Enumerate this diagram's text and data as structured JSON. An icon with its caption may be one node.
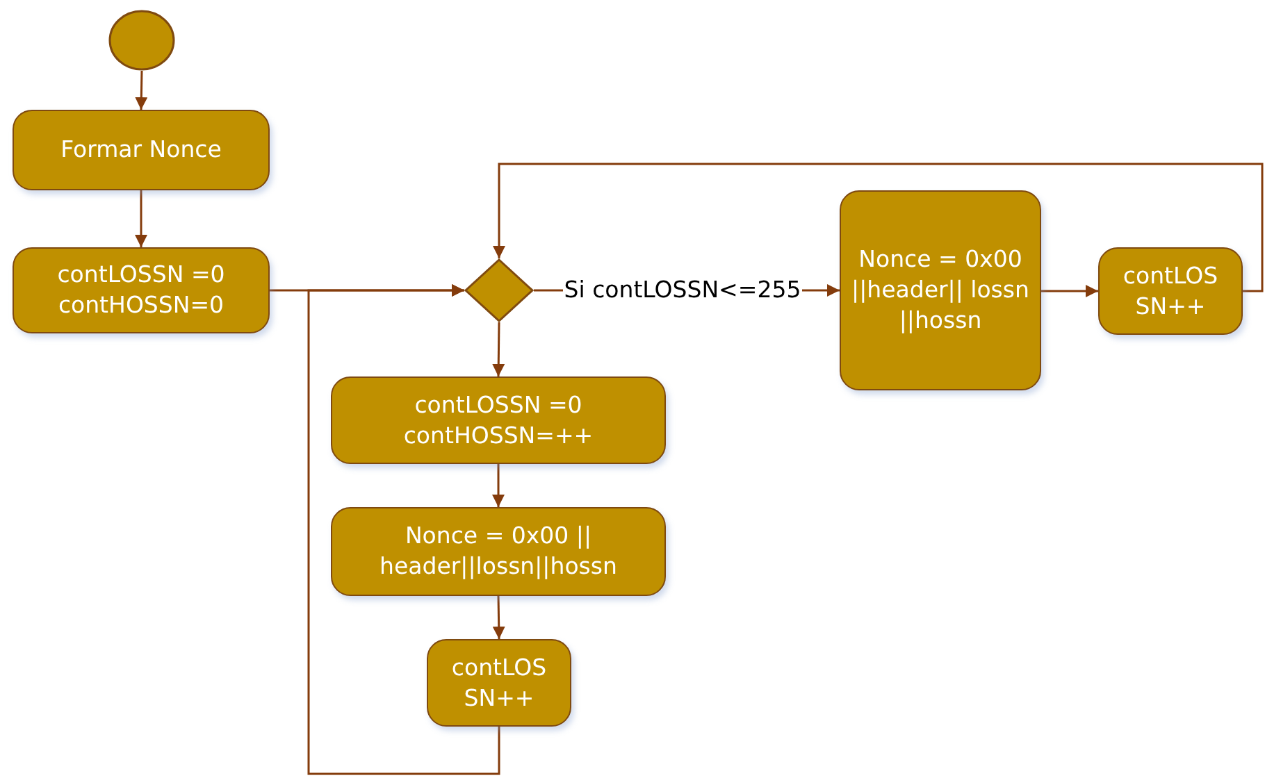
{
  "diagram": {
    "nodes": [
      {
        "text": [],
        "shape": "circle"
      },
      {
        "text": [
          "Formar Nonce"
        ]
      },
      {
        "text": [
          "contLOSSN =0 contHOSSN=0"
        ]
      },
      {
        "text": [],
        "shape": "diamond"
      },
      {
        "text": [
          "Nonce = 0x00 ||header|| lossn ||hossn"
        ]
      },
      {
        "text": [
          "contLOS SN++"
        ]
      },
      {
        "text": [
          "contLOSSN =0 contHOSSN=++"
        ]
      },
      {
        "text": [
          "Nonce = 0x00 || header||lossn||hossn"
        ]
      },
      {
        "text": [
          "contLOS SN++"
        ]
      }
    ],
    "edges": [
      {
        "from": 0,
        "to": 1,
        "arrow": "to"
      },
      {
        "from": 1,
        "to": 2,
        "arrow": "to"
      },
      {
        "from": 2,
        "to": 3,
        "arrow": "to"
      },
      {
        "from": 3,
        "to": 4,
        "label": "Si contLOSSN<=255",
        "arrow": "to"
      },
      {
        "from": 4,
        "to": 5,
        "arrow": "to"
      },
      {
        "from": 5,
        "to": 3,
        "arrow": "to"
      },
      {
        "from": 3,
        "to": 6,
        "arrow": "to"
      },
      {
        "from": 6,
        "to": 7,
        "arrow": "to"
      },
      {
        "from": 7,
        "to": 8,
        "arrow": "to"
      },
      {
        "from": 8,
        "to": 3,
        "arrow": "to"
      }
    ]
  }
}
